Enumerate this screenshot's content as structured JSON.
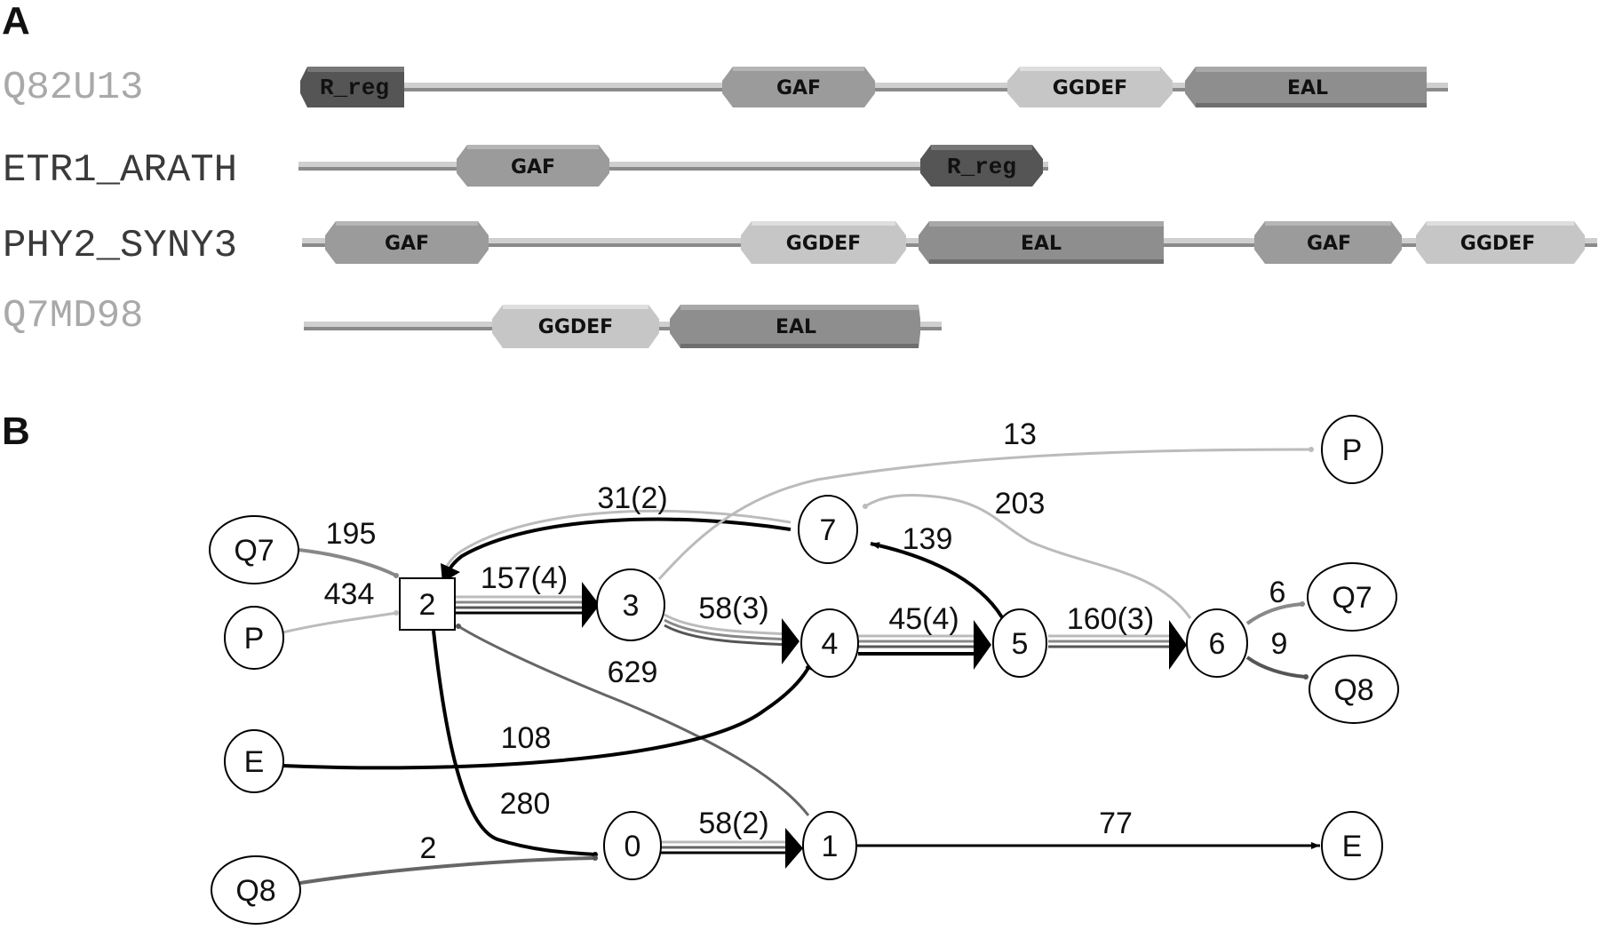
{
  "panel_a": {
    "label": "A",
    "proteins": [
      {
        "id": "q82u13",
        "name": "Q82U13",
        "name_color": "#a9a9a9",
        "domains": [
          {
            "id": "rreg",
            "label": "R_reg",
            "color": "#555555"
          },
          {
            "id": "gaf",
            "label": "GAF",
            "color": "#9b9b9b"
          },
          {
            "id": "ggdef",
            "label": "GGDEF",
            "color": "#c6c6c6"
          },
          {
            "id": "eal",
            "label": "EAL",
            "color": "#8e8e8e"
          }
        ]
      },
      {
        "id": "etr1",
        "name": "ETR1_ARATH",
        "name_color": "#3a3a3a",
        "domains": [
          {
            "id": "gaf",
            "label": "GAF",
            "color": "#9b9b9b"
          },
          {
            "id": "rreg",
            "label": "R_reg",
            "color": "#555555"
          }
        ]
      },
      {
        "id": "phy2",
        "name": "PHY2_SYNY3",
        "name_color": "#3a3a3a",
        "domains": [
          {
            "id": "gaf1",
            "label": "GAF",
            "color": "#9b9b9b"
          },
          {
            "id": "ggdef1",
            "label": "GGDEF",
            "color": "#c6c6c6"
          },
          {
            "id": "eal",
            "label": "EAL",
            "color": "#8e8e8e"
          },
          {
            "id": "gaf2",
            "label": "GAF",
            "color": "#9b9b9b"
          },
          {
            "id": "ggdef2",
            "label": "GGDEF",
            "color": "#c6c6c6"
          }
        ]
      },
      {
        "id": "q7md98",
        "name": "Q7MD98",
        "name_color": "#a9a9a9",
        "domains": [
          {
            "id": "ggdef",
            "label": "GGDEF",
            "color": "#c6c6c6"
          },
          {
            "id": "eal",
            "label": "EAL",
            "color": "#8e8e8e"
          }
        ]
      }
    ]
  },
  "panel_b": {
    "label": "B",
    "nodes": [
      {
        "id": "q7_left",
        "label": "Q7"
      },
      {
        "id": "p_left",
        "label": "P"
      },
      {
        "id": "e_left",
        "label": "E"
      },
      {
        "id": "q8_left",
        "label": "Q8"
      },
      {
        "id": "n2",
        "label": "2"
      },
      {
        "id": "n3",
        "label": "3"
      },
      {
        "id": "n7",
        "label": "7"
      },
      {
        "id": "n4",
        "label": "4"
      },
      {
        "id": "n5",
        "label": "5"
      },
      {
        "id": "n6",
        "label": "6"
      },
      {
        "id": "n0",
        "label": "0"
      },
      {
        "id": "n1",
        "label": "1"
      },
      {
        "id": "p_right",
        "label": "P"
      },
      {
        "id": "q7_right",
        "label": "Q7"
      },
      {
        "id": "q8_right",
        "label": "Q8"
      },
      {
        "id": "e_right",
        "label": "E"
      }
    ],
    "edges": [
      {
        "id": "q7-2",
        "label": "195"
      },
      {
        "id": "p-2",
        "label": "434"
      },
      {
        "id": "2-3",
        "label": "157(4)"
      },
      {
        "id": "7-2",
        "label": "31(2)"
      },
      {
        "id": "3-pright",
        "label": "13"
      },
      {
        "id": "3-4",
        "label": "58(3)"
      },
      {
        "id": "4-5",
        "label": "45(4)"
      },
      {
        "id": "5-7",
        "label": "139"
      },
      {
        "id": "6-7",
        "label": "203"
      },
      {
        "id": "5-6",
        "label": "160(3)"
      },
      {
        "id": "6-q7",
        "label": "6"
      },
      {
        "id": "6-q8",
        "label": "9"
      },
      {
        "id": "1-2",
        "label": "629"
      },
      {
        "id": "e-4",
        "label": "108"
      },
      {
        "id": "2-0",
        "label": "280"
      },
      {
        "id": "q8-0",
        "label": "2"
      },
      {
        "id": "0-1",
        "label": "58(2)"
      },
      {
        "id": "1-e",
        "label": "77"
      }
    ]
  }
}
